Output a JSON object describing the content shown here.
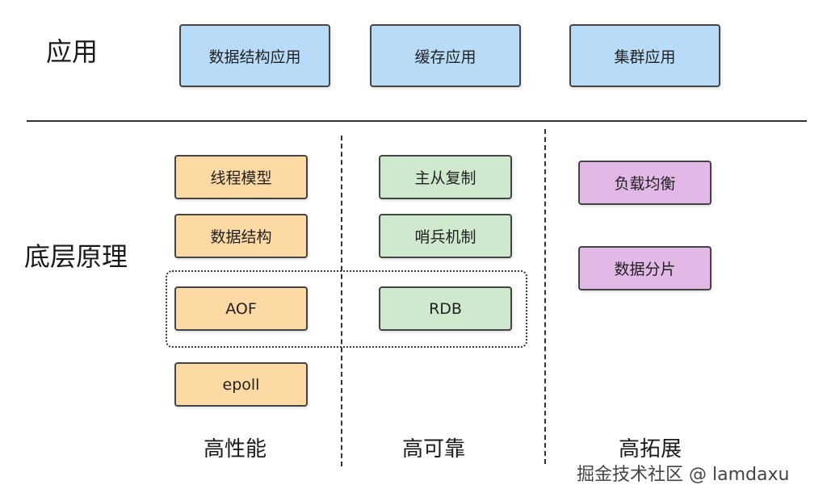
{
  "application": {
    "label": "应用",
    "boxes": [
      "数据结构应用",
      "缓存应用",
      "集群应用"
    ]
  },
  "foundation": {
    "label": "底层原理",
    "high_performance": {
      "items": [
        "线程模型",
        "数据结构",
        "AOF",
        "epoll"
      ],
      "label": "高性能"
    },
    "high_availability": {
      "items": [
        "主从复制",
        "哨兵机制",
        "RDB"
      ],
      "label": "高可靠"
    },
    "high_scalability": {
      "items": [
        "负载均衡",
        "数据分片"
      ],
      "label": "高拓展"
    }
  },
  "watermark": "掘金技术社区 @ lamdaxu",
  "colors": {
    "application_box": "#b8dcf7",
    "high_performance_box": "#fdd9a3",
    "high_availability_box": "#cfe9cf",
    "high_scalability_box": "#e1b8e6",
    "border": "#444444"
  }
}
